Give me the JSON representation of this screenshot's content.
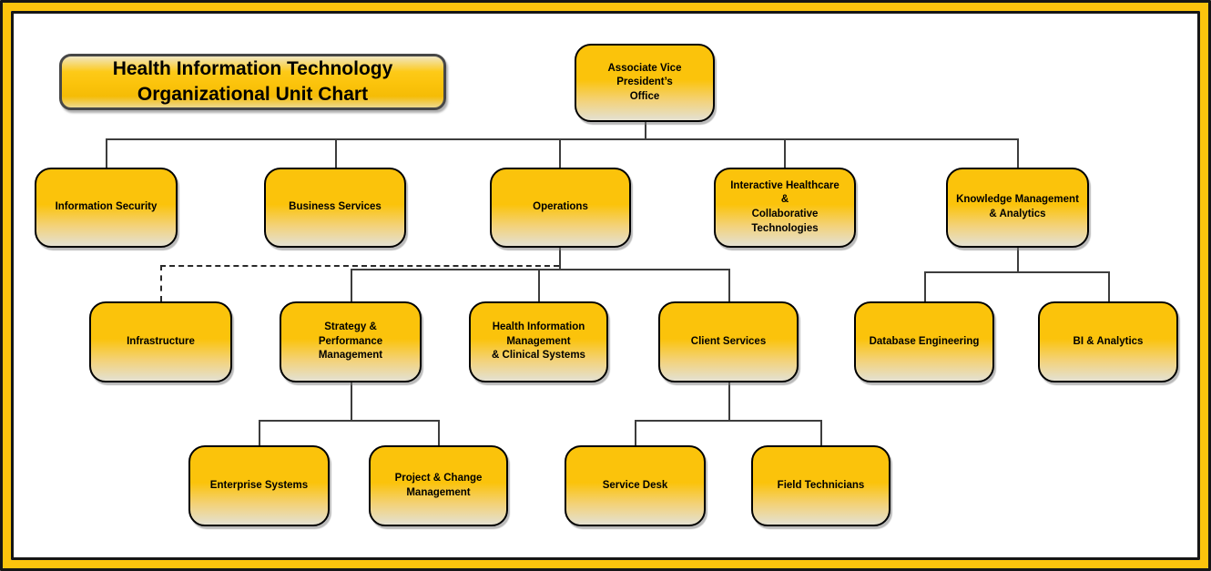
{
  "title_box": {
    "text": "Health Information Technology\nOrganizational Unit Chart"
  },
  "nodes": {
    "avp": {
      "label": "Associate Vice President’s\nOffice"
    },
    "information_security": {
      "label": "Information Security"
    },
    "business_services": {
      "label": "Business Services"
    },
    "operations": {
      "label": "Operations"
    },
    "interactive_healthcare": {
      "label": "Interactive Healthcare\n&\nCollaborative Technologies"
    },
    "knowledge_management": {
      "label": "Knowledge Management\n& Analytics"
    },
    "infrastructure": {
      "label": "Infrastructure"
    },
    "strategy_performance": {
      "label": "Strategy &\nPerformance Management"
    },
    "him_clinical_systems": {
      "label": "Health Information\nManagement\n& Clinical Systems"
    },
    "client_services": {
      "label": "Client Services"
    },
    "database_engineering": {
      "label": "Database Engineering"
    },
    "bi_analytics": {
      "label": "BI & Analytics"
    },
    "enterprise_systems": {
      "label": "Enterprise Systems"
    },
    "project_change_management": {
      "label": "Project & Change\nManagement"
    },
    "service_desk": {
      "label": "Service Desk"
    },
    "field_technicians": {
      "label": "Field Technicians"
    }
  },
  "edges": [
    {
      "from": "avp",
      "to": "information_security",
      "style": "solid"
    },
    {
      "from": "avp",
      "to": "business_services",
      "style": "solid"
    },
    {
      "from": "avp",
      "to": "operations",
      "style": "solid"
    },
    {
      "from": "avp",
      "to": "interactive_healthcare",
      "style": "solid"
    },
    {
      "from": "avp",
      "to": "knowledge_management",
      "style": "solid"
    },
    {
      "from": "operations",
      "to": "infrastructure",
      "style": "dashed"
    },
    {
      "from": "operations",
      "to": "strategy_performance",
      "style": "solid"
    },
    {
      "from": "operations",
      "to": "him_clinical_systems",
      "style": "solid"
    },
    {
      "from": "operations",
      "to": "client_services",
      "style": "solid"
    },
    {
      "from": "knowledge_management",
      "to": "database_engineering",
      "style": "solid"
    },
    {
      "from": "knowledge_management",
      "to": "bi_analytics",
      "style": "solid"
    },
    {
      "from": "strategy_performance",
      "to": "enterprise_systems",
      "style": "solid"
    },
    {
      "from": "strategy_performance",
      "to": "project_change_management",
      "style": "solid"
    },
    {
      "from": "client_services",
      "to": "service_desk",
      "style": "solid"
    },
    {
      "from": "client_services",
      "to": "field_technicians",
      "style": "solid"
    }
  ],
  "colors": {
    "node_gold_top": "#FBC30B",
    "node_fade_bottom": "#E7E2CF",
    "frame_gold": "#FCC40D",
    "frame_black": "#161616",
    "connector": "#3d3d3d",
    "text": "#000000"
  }
}
